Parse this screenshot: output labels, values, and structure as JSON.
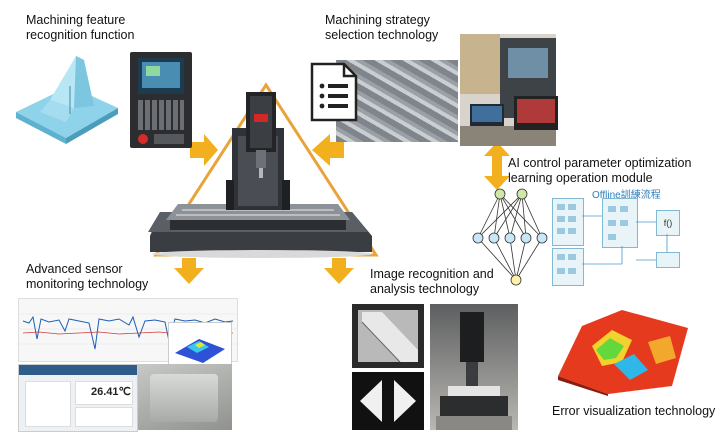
{
  "labels": {
    "feature_recognition": [
      "Machining feature",
      "recognition function"
    ],
    "strategy_selection": [
      "Machining strategy",
      "selection technology"
    ],
    "ai_control": [
      "AI control parameter optimization",
      "learning operation module"
    ],
    "sensor_monitoring": [
      "Advanced sensor",
      "monitoring technology"
    ],
    "image_recognition": [
      "Image recognition and",
      "analysis technology"
    ],
    "error_visualization": [
      "Error visualization technology"
    ]
  },
  "inset_texts": {
    "flow_title": "Offline訓練流程",
    "formula": "f()",
    "temperature": "26.41℃"
  },
  "colors": {
    "arrow": "#f2b01e",
    "triangle": "#e8a33a",
    "nn_node_blue": "#c9e6f7",
    "nn_node_green": "#cfe8a8",
    "nn_node_yellow": "#fff2a8",
    "flow_box": "#e8f4f8"
  }
}
